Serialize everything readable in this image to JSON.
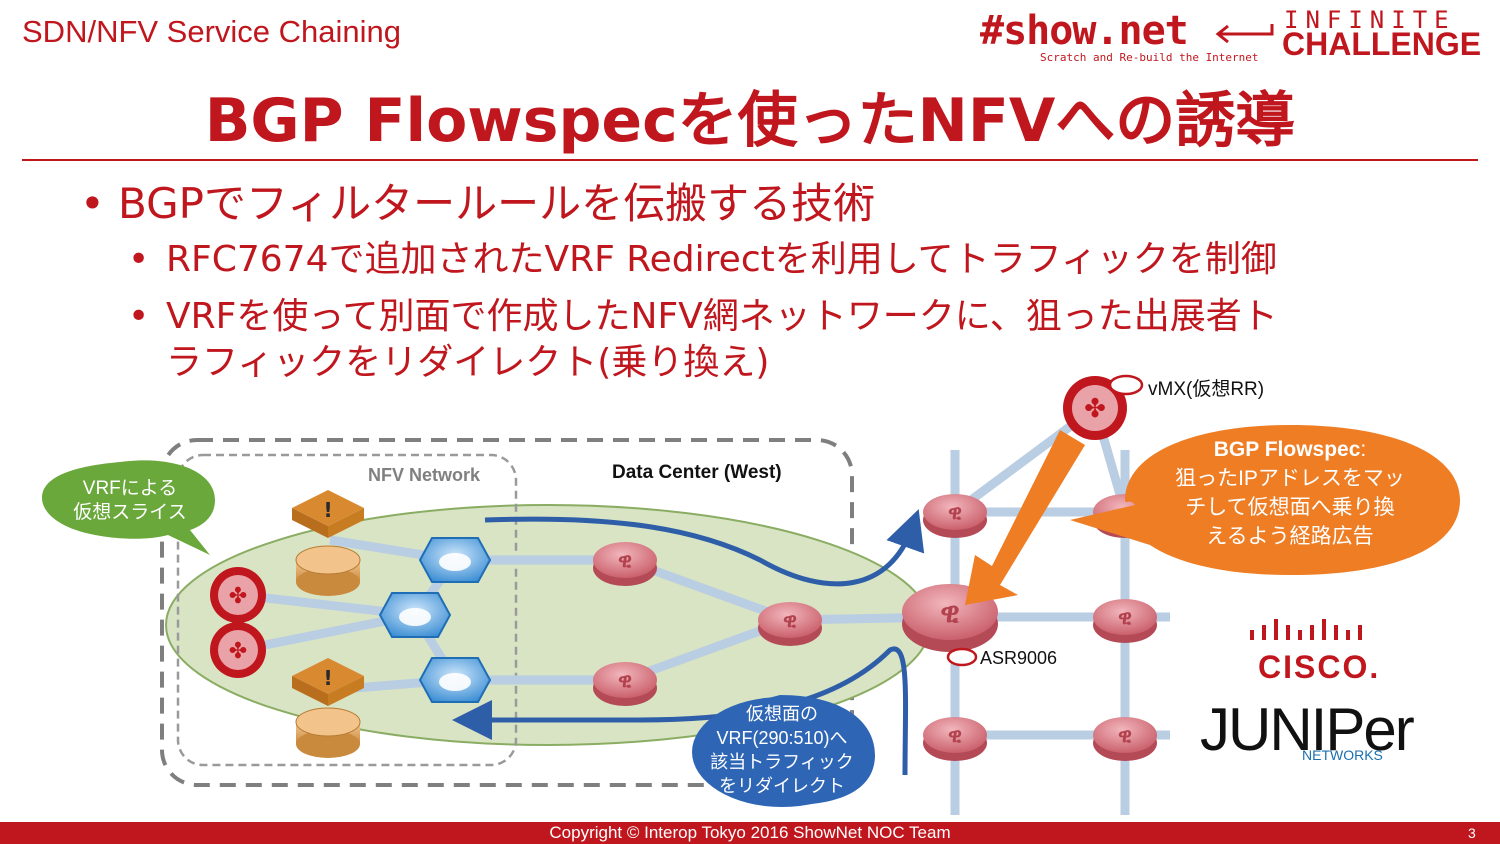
{
  "header": {
    "topic": "SDN/NFV Service Chaining",
    "title": "BGP Flowspecを使ったNFVへの誘導"
  },
  "logos": {
    "shownet": "#show.net",
    "shownet_tagline": "Scratch and Re-build the Internet",
    "infinite": "INFINITE",
    "challenge": "CHALLENGE",
    "cisco": "CISCO.",
    "juniper": "JUNIPer",
    "juniper_sub": "NETWORKS"
  },
  "bullets": {
    "main": "BGPでフィルタールールを伝搬する技術",
    "sub1": "RFC7674で追加されたVRF Redirectを利用してトラフィックを制御",
    "sub2_line1": "VRFを使って別面で作成したNFV網ネットワークに、狙った出展者ト",
    "sub2_line2": "ラフィックをリダイレクト(乗り換え)"
  },
  "diagram": {
    "nfv_network_label": "NFV Network",
    "datacenter_label": "Data Center (West)",
    "vrf_callout": [
      "VRFによる",
      "仮想スライス"
    ],
    "vmx_label": "vMX(仮想RR)",
    "asr_label": "ASR9006",
    "flowspec_callout": {
      "title": "BGP Flowspec",
      "colon": ":",
      "lines": [
        "狙ったIPアドレスをマッ",
        "チして仮想面へ乗り換",
        "えるよう経路広告"
      ]
    },
    "redirect_callout": [
      "仮想面の",
      "VRF(290:510)へ",
      "該当トラフィック",
      "をリダイレクト"
    ],
    "colors": {
      "accent": "#c0161d",
      "ellipse_fill": "#d9e4c4",
      "green_callout": "#6aa83c",
      "orange_callout": "#ee7d24",
      "blue_callout": "#2e66b5",
      "arrow_blue": "#2e5ea8",
      "link": "#b9cde3"
    }
  },
  "footer": {
    "copyright": "Copyright © Interop Tokyo 2016 ShowNet NOC Team",
    "page": "3"
  }
}
